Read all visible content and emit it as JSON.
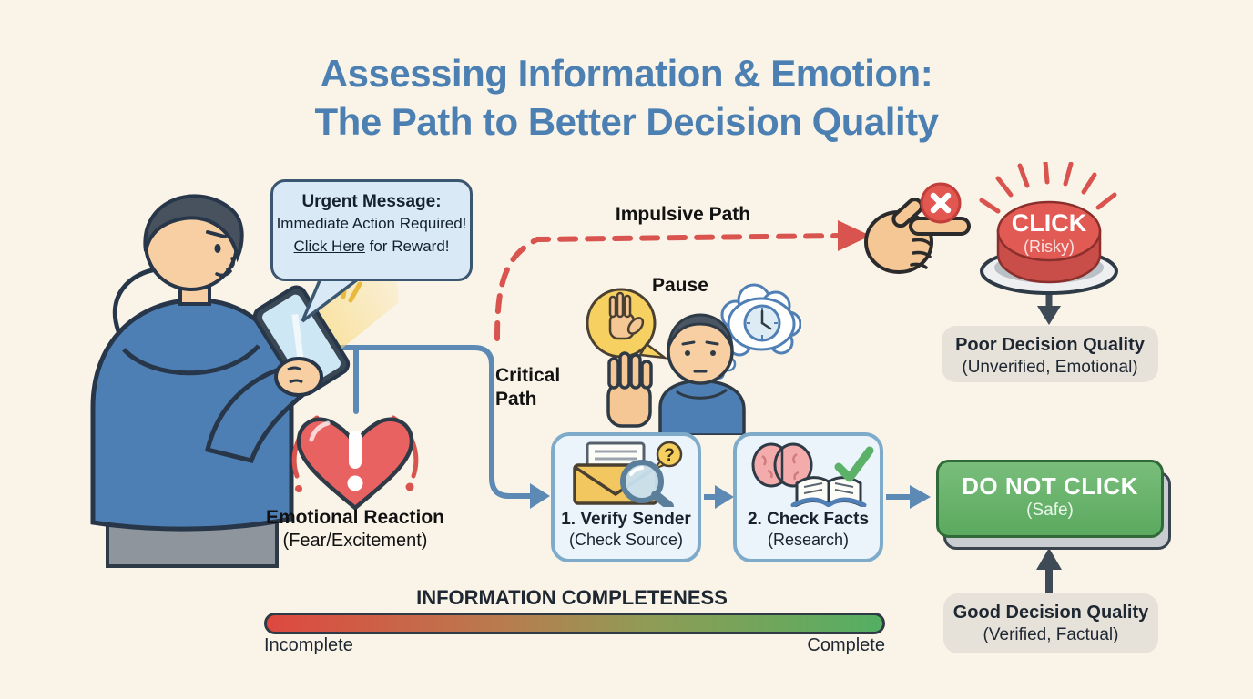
{
  "title": {
    "line1": "Assessing Information & Emotion:",
    "line2": "The Path to Better Decision Quality"
  },
  "urgent_bubble": {
    "heading": "Urgent Message:",
    "body": "Immediate Action Required!",
    "link_text": "Click Here",
    "link_suffix": " for Reward!"
  },
  "labels": {
    "impulsive_path": "Impulsive Path",
    "critical_path_line1": "Critical",
    "critical_path_line2": "Path",
    "pause": "Pause"
  },
  "emotional_reaction": {
    "title": "Emotional Reaction",
    "subtitle": "(Fear/Excitement)"
  },
  "steps": [
    {
      "title": "1. Verify Sender",
      "subtitle": "(Check Source)"
    },
    {
      "title": "2. Check Facts",
      "subtitle": "(Research)"
    }
  ],
  "risky_button": {
    "label": "CLICK",
    "sublabel": "(Risky)"
  },
  "safe_button": {
    "label": "DO NOT CLICK",
    "sublabel": "(Safe)"
  },
  "outcomes": {
    "poor": {
      "title": "Poor Decision Quality",
      "subtitle": "(Unverified, Emotional)"
    },
    "good": {
      "title": "Good Decision Quality",
      "subtitle": "(Verified, Factual)"
    }
  },
  "completeness_scale": {
    "title": "INFORMATION COMPLETENESS",
    "left_label": "Incomplete",
    "right_label": "Complete"
  },
  "icons": {
    "question_mark": "?"
  },
  "colors": {
    "background": "#FAF4E8",
    "title": "#4C80B3",
    "impulsive_red": "#D9534F",
    "critical_blue": "#5D8AB4",
    "risky_button": "#E25A54",
    "safe_button": "#63B267",
    "outcome_box": "#E7E2D9",
    "scale_left": "#DE4840",
    "scale_right": "#53AF63",
    "dark_arrow": "#3E4A56"
  }
}
